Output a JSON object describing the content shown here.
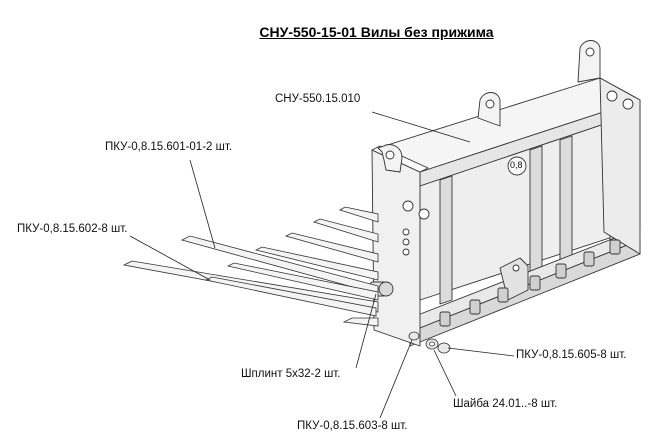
{
  "title": "СНУ-550-15-01 Вилы без прижима",
  "labels": {
    "frame": "СНУ-550.15.010",
    "tine_long": "ПКУ-0,8.15.601-01-2 шт.",
    "tine_short": "ПКУ-0,8.15.602-8 шт.",
    "pin": "Шплинт 5х32-2 шт.",
    "nut": "ПКУ-0,8.15.605-8 шт.",
    "washer": "Шайба 24.01..-8 шт.",
    "bolt": "ПКУ-0,8.15.603-8 шт.",
    "frame_mark": "0,8"
  }
}
